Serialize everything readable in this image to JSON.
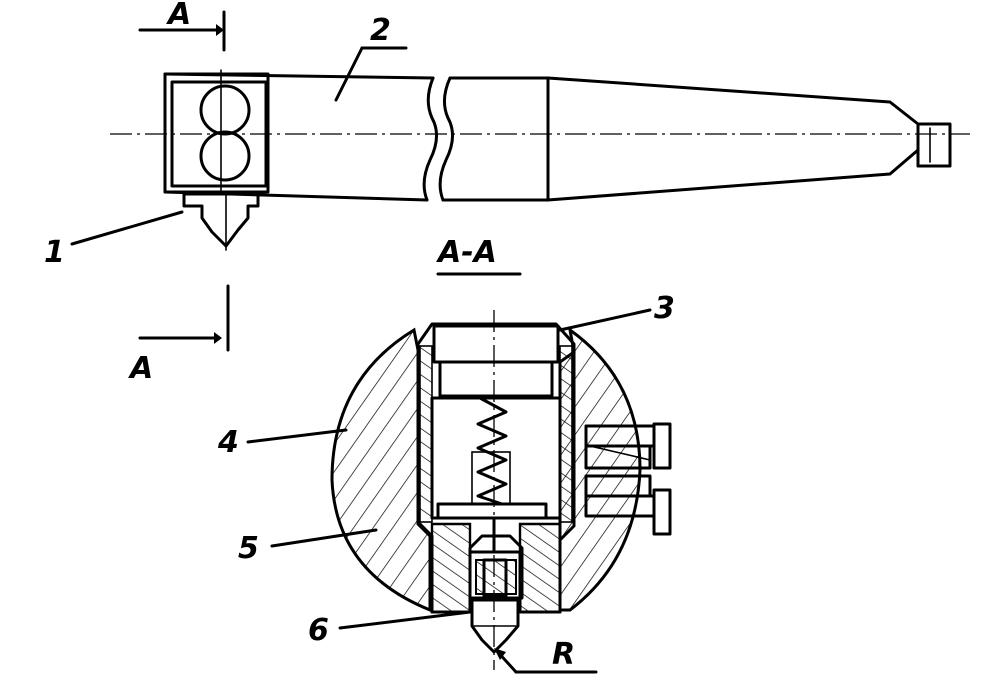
{
  "labels": {
    "section_top": "A",
    "section_bottom": "A",
    "section_title": "A-A",
    "part_1": "1",
    "part_2": "2",
    "part_3": "3",
    "part_4": "4",
    "part_5": "5",
    "part_6": "6",
    "radius": "R"
  }
}
